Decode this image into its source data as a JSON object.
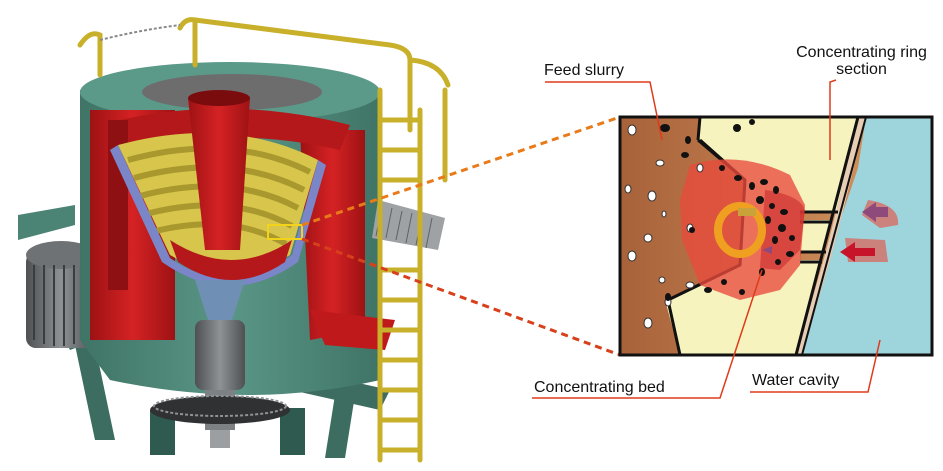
{
  "labels": {
    "feed_slurry": "Feed slurry",
    "concentrating_ring_line1": "Concentrating ring",
    "concentrating_ring_line2": "section",
    "concentrating_bed": "Concentrating bed",
    "water_cavity": "Water cavity"
  },
  "colors": {
    "machine_green": "#4f8a7c",
    "machine_red": "#c0191b",
    "railing_yellow": "#c8b02a",
    "liner_blue": "#7a86c8",
    "slurry_brown": "#a0603a",
    "ring_cream": "#f6f3bf",
    "water_blue": "#9ed4dc",
    "bed_red": "#e94a3c",
    "bed_orange": "#f0a020",
    "callout_line": "#e03a1a"
  }
}
